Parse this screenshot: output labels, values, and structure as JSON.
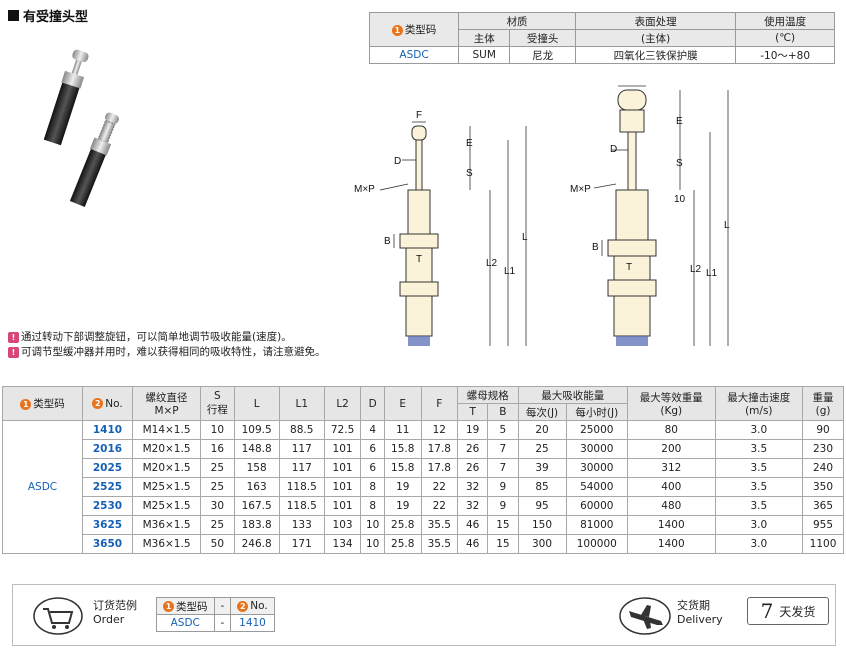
{
  "title": "有受撞头型",
  "material_table": {
    "headers": {
      "type_code": "类型码",
      "material": "材质",
      "body": "主体",
      "head": "受撞头",
      "surface": "表面处理",
      "surface_sub": "(主体)",
      "temp": "使用温度",
      "temp_unit": "(℃)"
    },
    "row": {
      "code": "ASDC",
      "body": "SUM",
      "head": "尼龙",
      "surface": "四氧化三铁保护膜",
      "temp": "-10～+80"
    }
  },
  "notes": [
    "通过转动下部调整旋钮，可以简单地调节吸收能量(速度)。",
    "可调节型缓冲器并用时，难以获得相同的吸收特性，请注意避免。"
  ],
  "drawing_labels": {
    "F": "F",
    "D": "D",
    "MP": "M×P",
    "B": "B",
    "T": "T",
    "E": "E",
    "S": "S",
    "L": "L",
    "L1": "L1",
    "L2": "L2",
    "ten": "10"
  },
  "spec_table": {
    "headers": {
      "type_code": "类型码",
      "no": "No.",
      "thread": "螺纹直径",
      "thread_sub": "M×P",
      "S": "S",
      "S_sub": "行程",
      "L": "L",
      "L1": "L1",
      "L2": "L2",
      "D": "D",
      "E": "E",
      "F": "F",
      "nut": "螺母规格",
      "T": "T",
      "B": "B",
      "energy": "最大吸收能量",
      "per": "每次(J)",
      "per_hour": "每小时(J)",
      "mass": "最大等效重量",
      "mass_unit": "(Kg)",
      "speed": "最大撞击速度",
      "speed_unit": "(m/s)",
      "weight": "重量",
      "weight_unit": "(g)"
    },
    "type_value": "ASDC",
    "rows": [
      [
        "1410",
        "M14×1.5",
        "10",
        "109.5",
        "88.5",
        "72.5",
        "4",
        "11",
        "12",
        "19",
        "5",
        "20",
        "25000",
        "80",
        "3.0",
        "90"
      ],
      [
        "2016",
        "M20×1.5",
        "16",
        "148.8",
        "117",
        "101",
        "6",
        "15.8",
        "17.8",
        "26",
        "7",
        "25",
        "30000",
        "200",
        "3.5",
        "230"
      ],
      [
        "2025",
        "M20×1.5",
        "25",
        "158",
        "117",
        "101",
        "6",
        "15.8",
        "17.8",
        "26",
        "7",
        "39",
        "30000",
        "312",
        "3.5",
        "240"
      ],
      [
        "2525",
        "M25×1.5",
        "25",
        "163",
        "118.5",
        "101",
        "8",
        "19",
        "22",
        "32",
        "9",
        "85",
        "54000",
        "400",
        "3.5",
        "350"
      ],
      [
        "2530",
        "M25×1.5",
        "30",
        "167.5",
        "118.5",
        "101",
        "8",
        "19",
        "22",
        "32",
        "9",
        "95",
        "60000",
        "480",
        "3.5",
        "365"
      ],
      [
        "3625",
        "M36×1.5",
        "25",
        "183.8",
        "133",
        "103",
        "10",
        "25.8",
        "35.5",
        "46",
        "15",
        "150",
        "81000",
        "1400",
        "3.0",
        "955"
      ],
      [
        "3650",
        "M36×1.5",
        "50",
        "246.8",
        "171",
        "134",
        "10",
        "25.8",
        "35.5",
        "46",
        "15",
        "300",
        "100000",
        "1400",
        "3.0",
        "1100"
      ]
    ]
  },
  "footer": {
    "order_cn": "订货范例",
    "order_en": "Order",
    "order_type_label": "类型码",
    "order_dash": "-",
    "order_no_label": "No.",
    "order_type_value": "ASDC",
    "order_no_value": "1410",
    "delivery_cn": "交货期",
    "delivery_en": "Delivery",
    "delivery_days": "7",
    "delivery_text": "天发货"
  }
}
